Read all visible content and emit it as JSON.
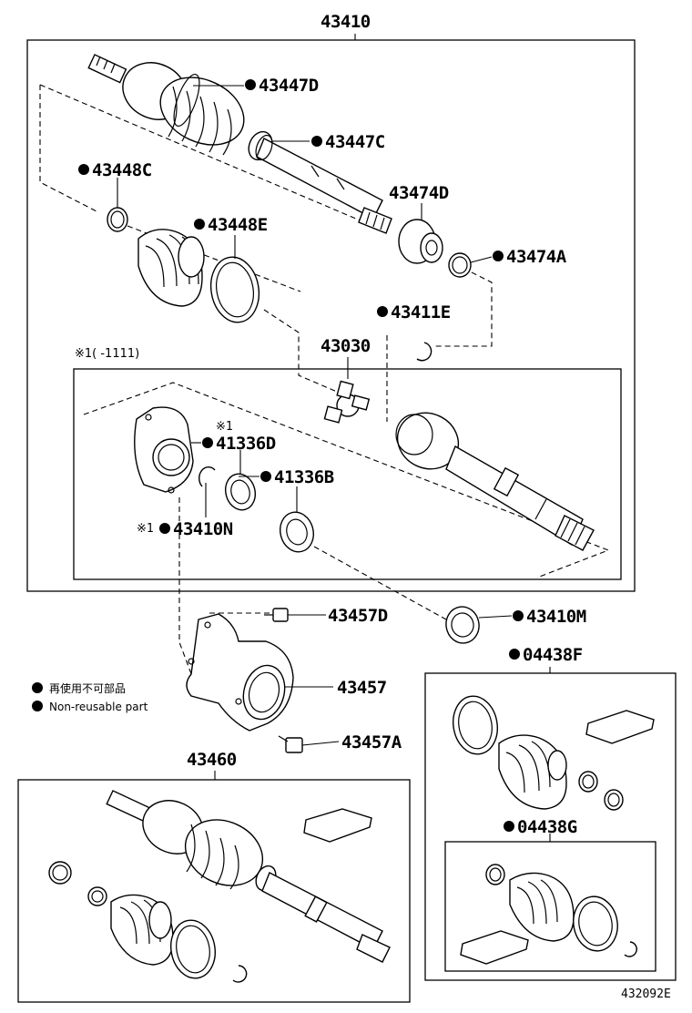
{
  "diagram": {
    "drawing_code": "432092E",
    "legend": {
      "jp": "再使用不可部品",
      "en": "Non-reusable part"
    },
    "notes": {
      "variant_range": "※1(   -1111)",
      "asterisk_mark": "※1"
    },
    "labels": {
      "p43410": "43410",
      "p43447D": "43447D",
      "p43447C": "43447C",
      "p43448C": "43448C",
      "p43448E": "43448E",
      "p43474D": "43474D",
      "p43474A": "43474A",
      "p43411E": "43411E",
      "p43030": "43030",
      "p41336D": "41336D",
      "p41336B": "41336B",
      "p43410N": "43410N",
      "p43457D": "43457D",
      "p43457": "43457",
      "p43457A": "43457A",
      "p43410M": "43410M",
      "p04438F": "04438F",
      "p04438G": "04438G",
      "p43460": "43460"
    }
  }
}
